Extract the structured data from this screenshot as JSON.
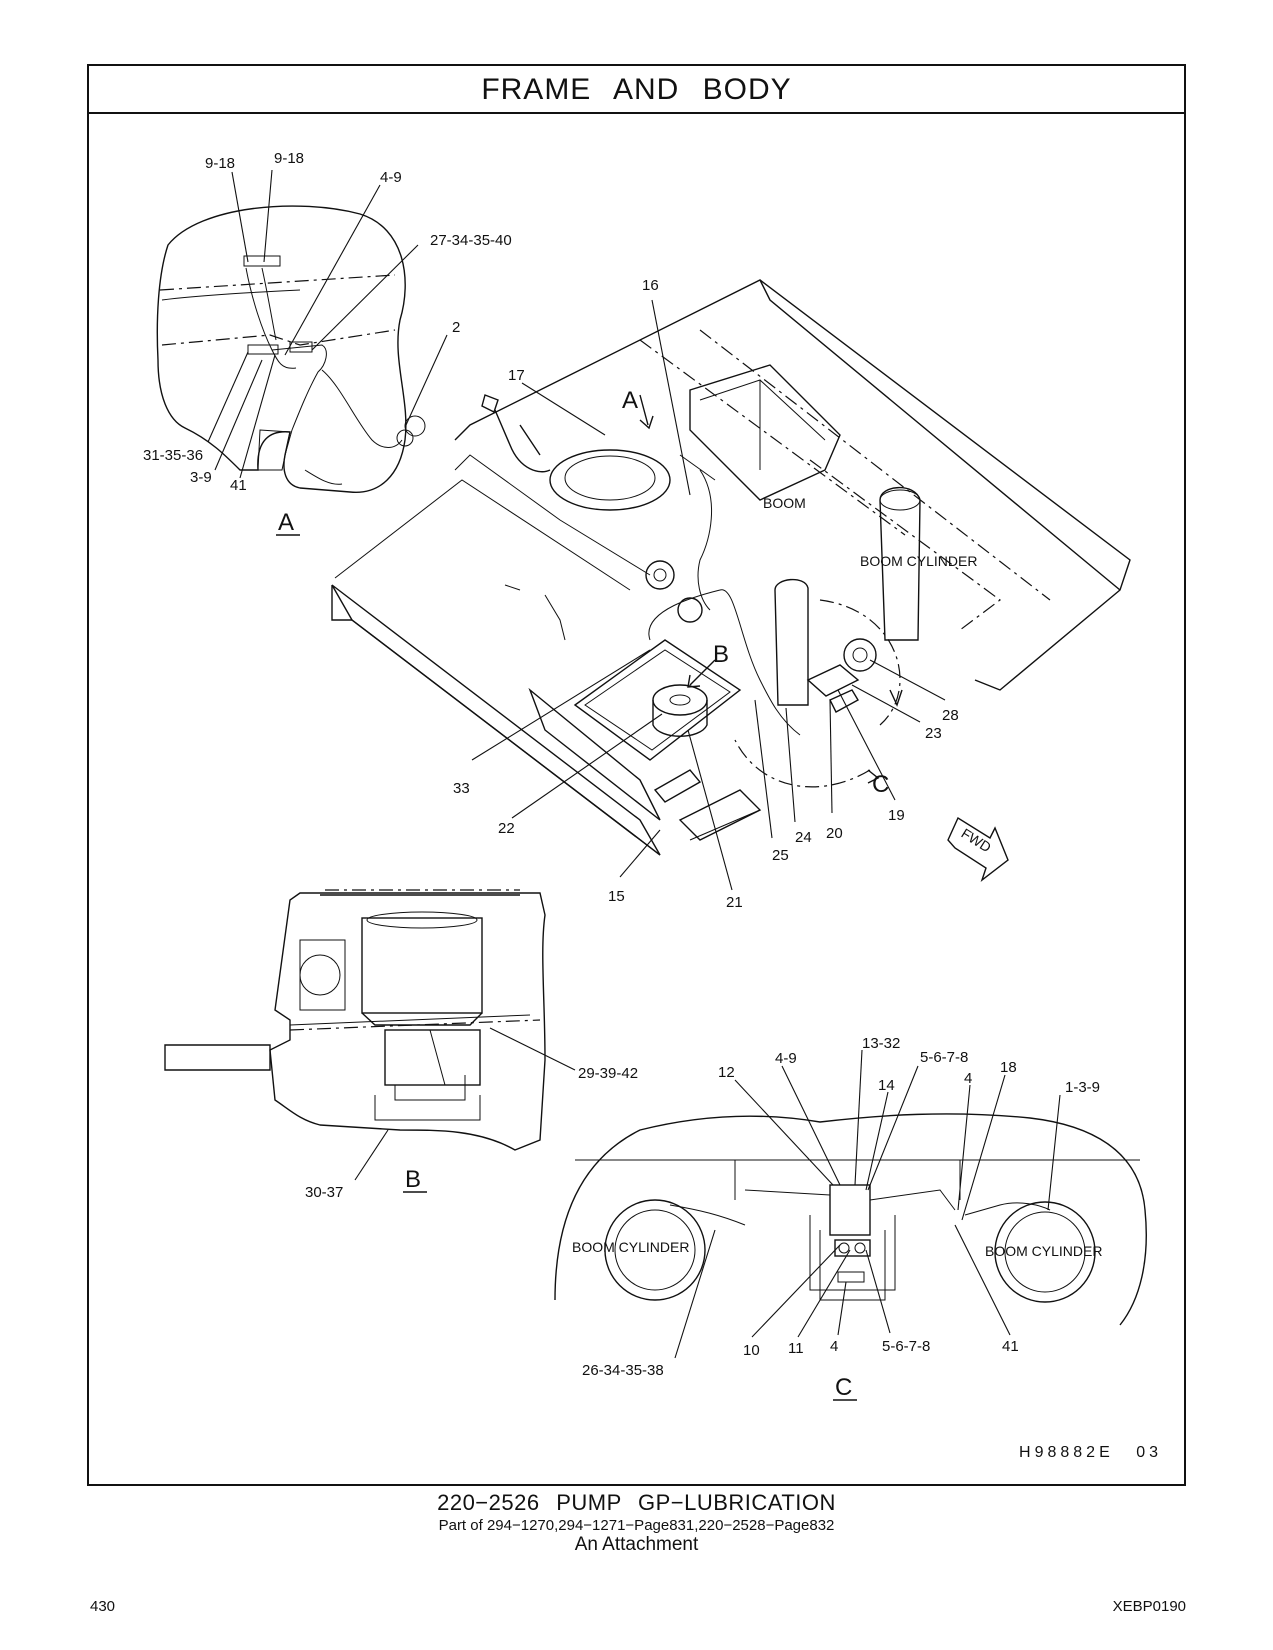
{
  "header": {
    "title": "FRAME AND BODY"
  },
  "drawing_number": "H98882E 03",
  "views": {
    "a": "A",
    "b": "B",
    "c": "C"
  },
  "zone_labels": {
    "boom": "BOOM",
    "boom_cylinder": "BOOM CYLINDER",
    "boom_cylinder_left": "BOOM CYLINDER",
    "boom_cylinder_right": "BOOM CYLINDER",
    "fwd": "FWD"
  },
  "callouts_view_a": {
    "c1": "9-18",
    "c2": "9-18",
    "c3": "4-9",
    "c4": "27-34-35-40",
    "c5": "2",
    "c6": "31-35-36",
    "c7": "3-9",
    "c8": "41"
  },
  "callouts_main": {
    "c16": "16",
    "c17": "17",
    "c33": "33",
    "c22": "22",
    "c15": "15",
    "c21": "21",
    "c25": "25",
    "c24": "24",
    "c20": "20",
    "c19": "19",
    "c23": "23",
    "c28": "28"
  },
  "callouts_view_b": {
    "c1": "29-39-42",
    "c2": "30-37"
  },
  "callouts_view_c": {
    "c1": "13-32",
    "c2": "4-9",
    "c3": "5-6-7-8",
    "c4": "12",
    "c5": "14",
    "c6": "4",
    "c7": "18",
    "c8": "1-3-9",
    "c9": "10",
    "c10": "11",
    "c11": "4",
    "c12": "5-6-7-8",
    "c13": "41",
    "c14": "26-34-35-38"
  },
  "caption": {
    "part_title": "220−2526 PUMP GP−LUBRICATION",
    "part_of": "Part of 294−1270,294−1271−Page831,220−2528−Page832",
    "attachment": "An Attachment"
  },
  "footer": {
    "page_number": "430",
    "doc_id": "XEBP0190"
  }
}
